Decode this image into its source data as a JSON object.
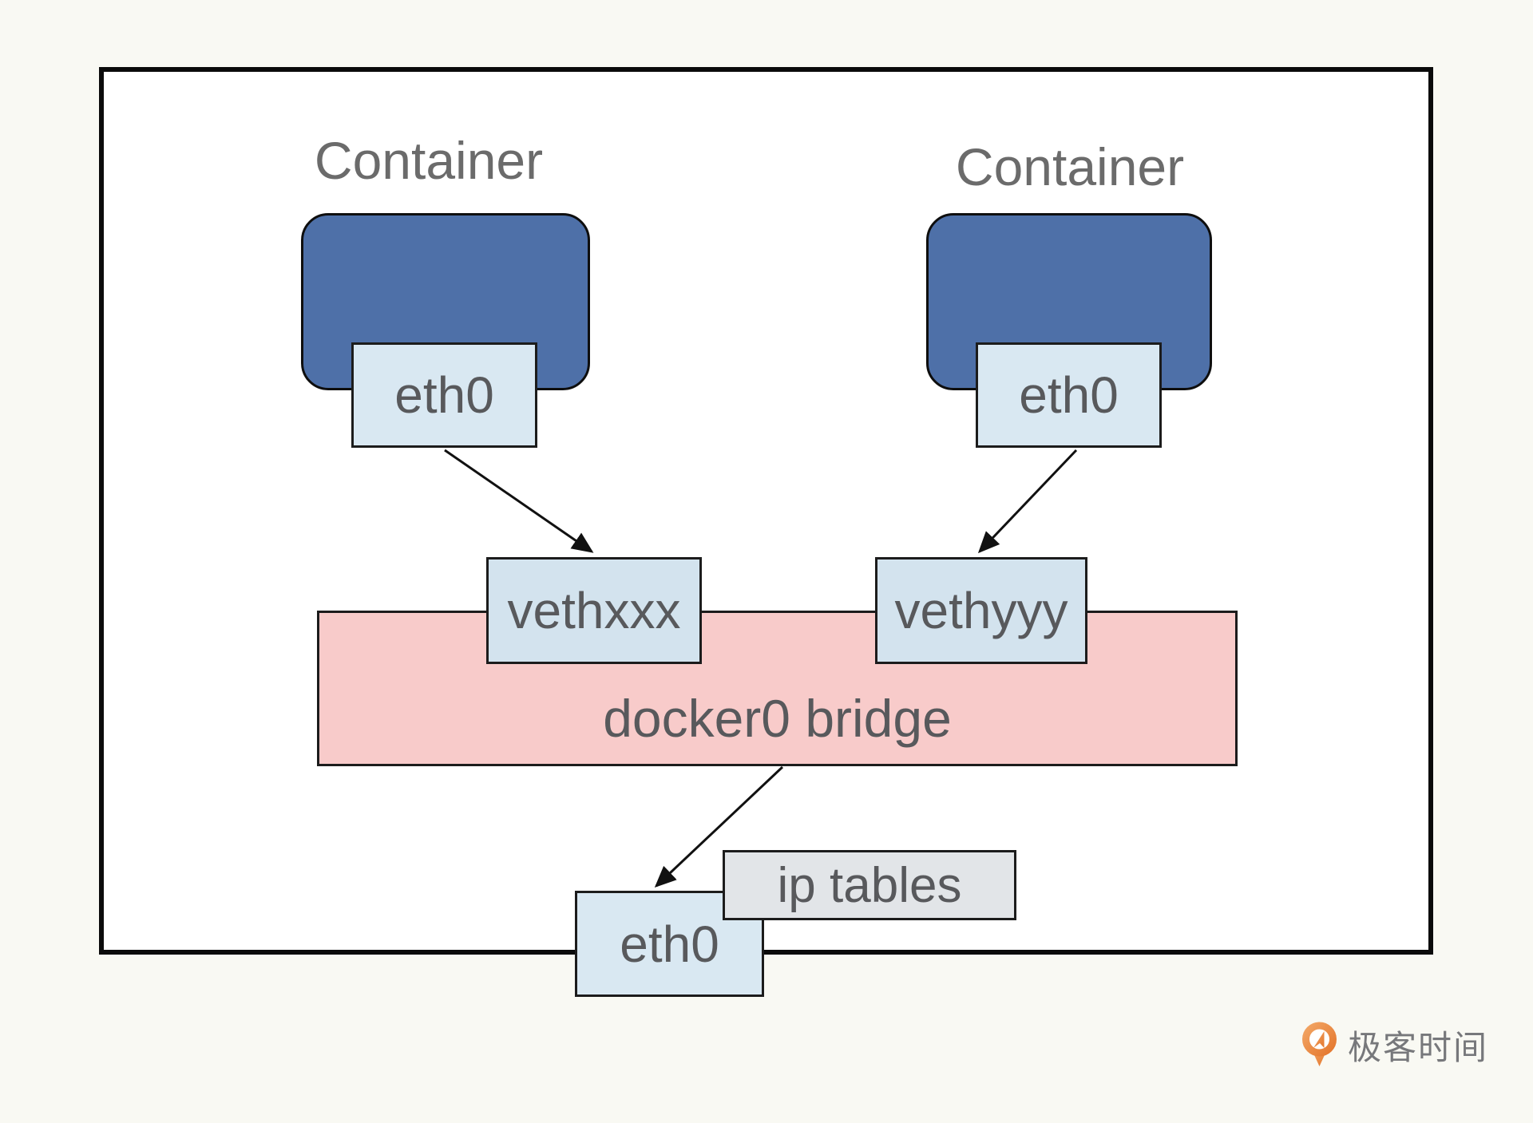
{
  "labels": {
    "container_left": "Container",
    "container_right": "Container",
    "eth0_container_left": "eth0",
    "eth0_container_right": "eth0",
    "veth_left": "vethxxx",
    "veth_right": "vethyyy",
    "bridge": "docker0 bridge",
    "iptables": "ip tables",
    "eth0_host": "eth0"
  },
  "logo": {
    "text": "极客时间",
    "icon": "geektime-pin-icon"
  },
  "colors": {
    "page_bg": "#f9f9f3",
    "host_fill": "#ffffff",
    "host_border": "#0b0b0b",
    "container_fill": "#4e70a8",
    "container_border": "#0e0e0e",
    "eth_fill": "#d9e8f2",
    "veth_fill": "#d3e3ee",
    "bridge_fill": "#f8cbca",
    "iptables_fill": "#e2e5e8",
    "heading_text": "#6b6b6b",
    "label_text": "#58595c",
    "arrow": "#111111",
    "logo_orange": "#e4772e",
    "logo_orange_light": "#f2a563",
    "logo_text": "#77787b"
  }
}
